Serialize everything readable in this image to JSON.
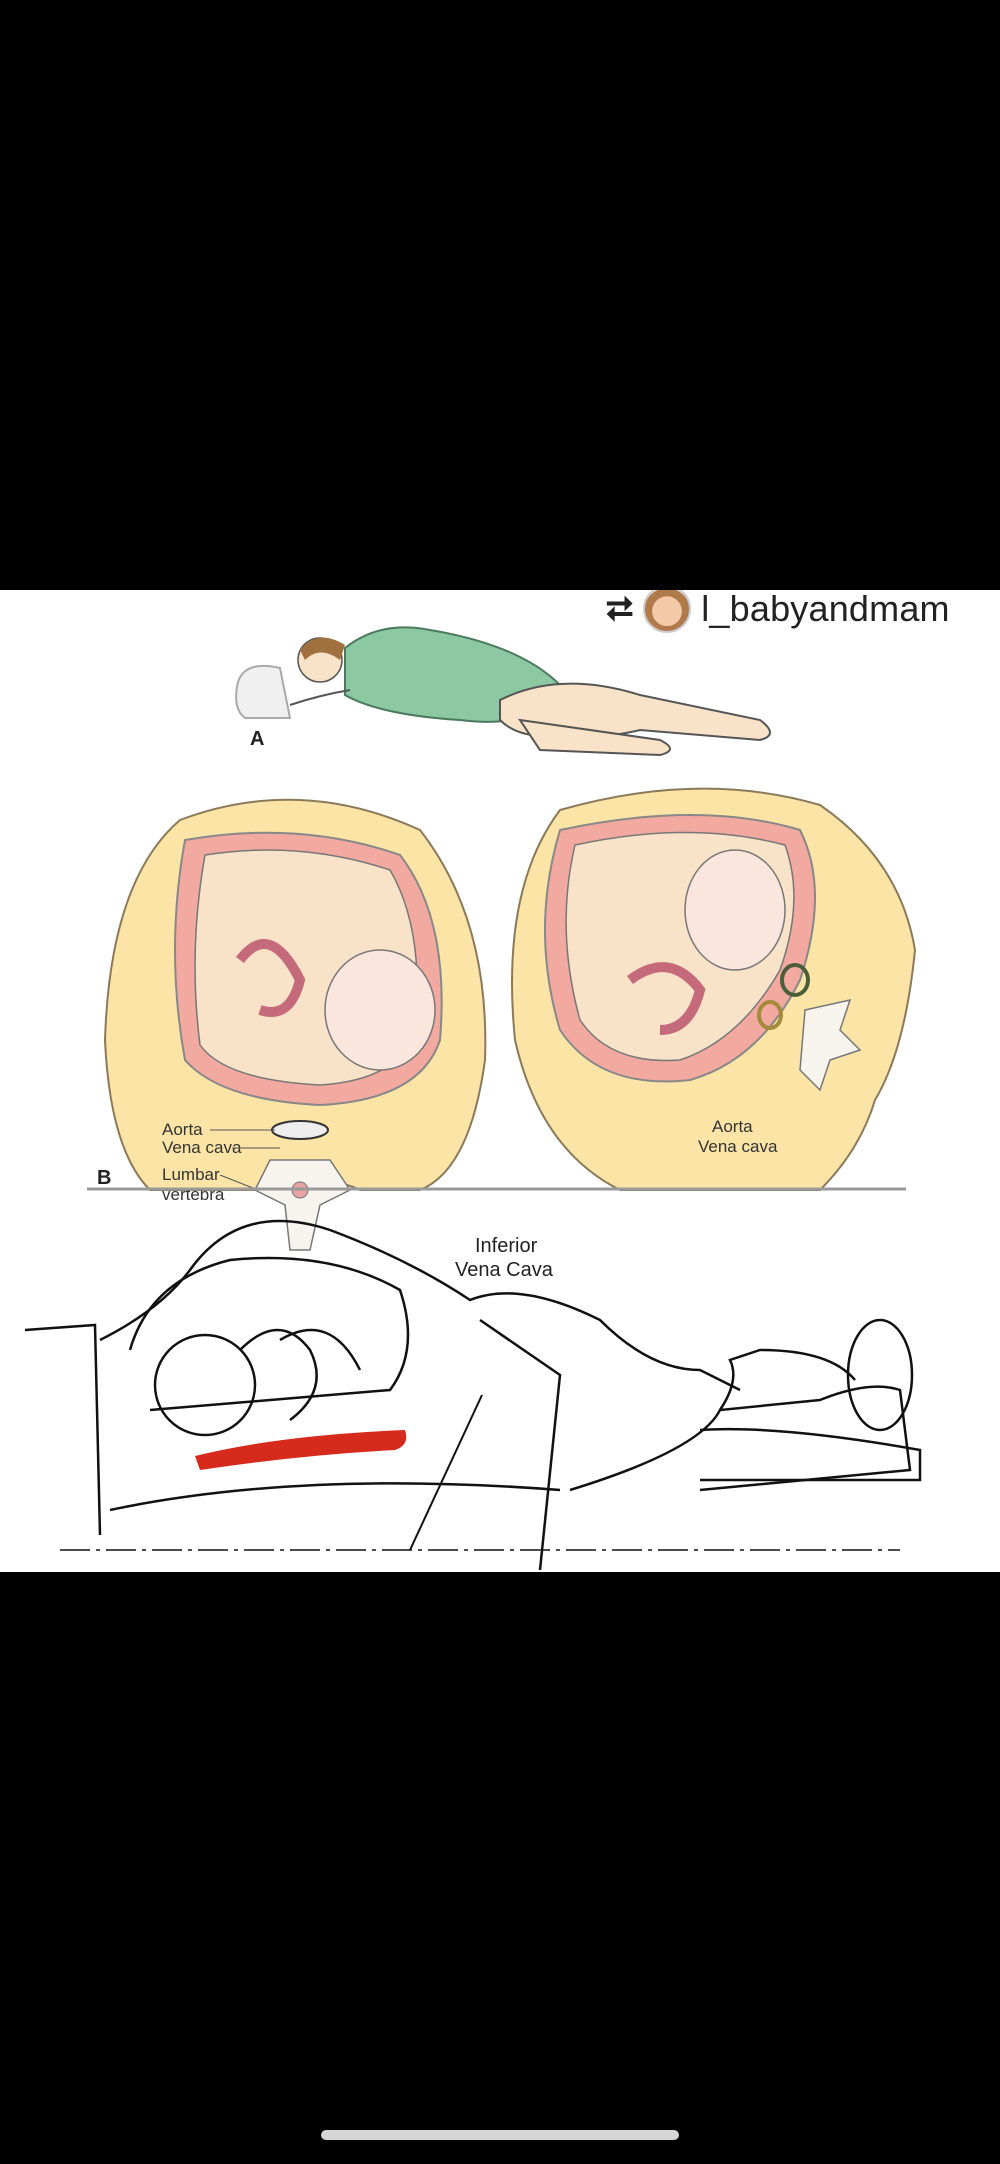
{
  "repost": {
    "icon": "repost-icon",
    "username": "l_babyandmam"
  },
  "figure_a": {
    "panel_label": "A"
  },
  "figure_b": {
    "panel_label": "B",
    "left_labels": {
      "aorta": "Aorta",
      "vena_cava": "Vena cava",
      "lumbar": "Lumbar",
      "vertebra": "vertebra"
    },
    "right_labels": {
      "aorta": "Aorta",
      "vena_cava": "Vena cava"
    }
  },
  "figure_c": {
    "label_line1": "Inferior",
    "label_line2": "Vena Cava"
  },
  "colors": {
    "skin": "#f8e2c8",
    "body_fill": "#fbe4a6",
    "uterus": "#f2a9a0",
    "gown": "#8cc9a3",
    "vessel": "#d62a1c"
  }
}
